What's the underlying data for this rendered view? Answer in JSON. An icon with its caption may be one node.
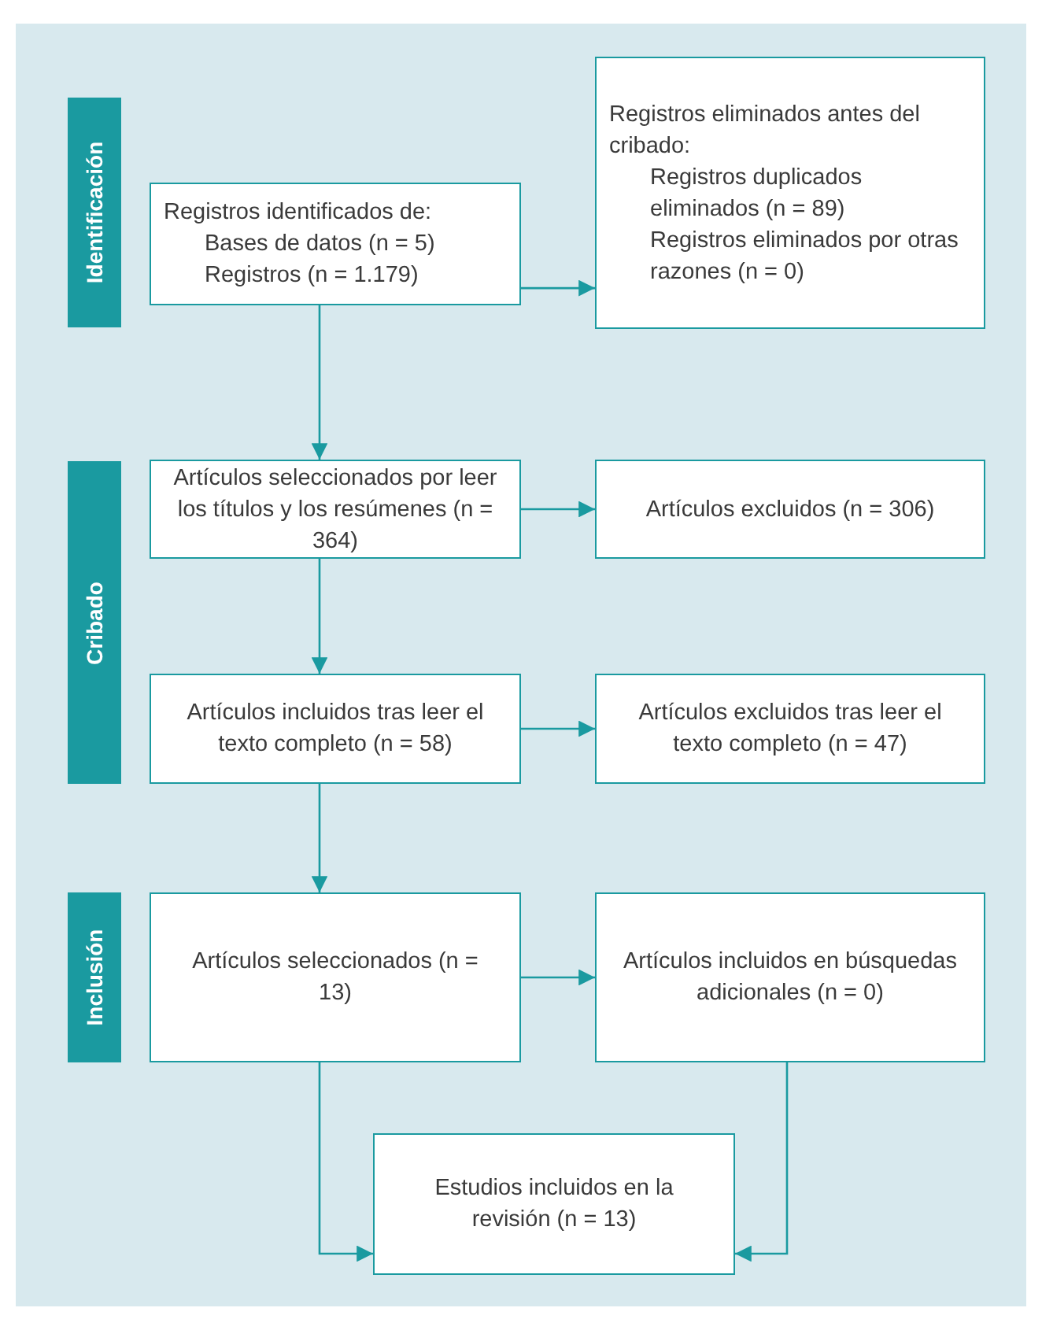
{
  "diagram": {
    "nodes": [
      {
        "text": [
          "Identificación"
        ]
      },
      {
        "text": [
          "Cribado"
        ]
      },
      {
        "text": [
          "Inclusión"
        ]
      },
      {
        "text": [
          "Registros identificados de:",
          "Bases de datos (n = 5)",
          "Registros (n = 1.179)"
        ]
      },
      {
        "text": [
          "Registros eliminados antes del cribado:",
          "Registros duplicados eliminados (n = 89)",
          "Registros eliminados por otras razones (n = 0)"
        ]
      },
      {
        "text": [
          "Artículos seleccionados por leer los títulos y los resúmenes (n = 364)"
        ]
      },
      {
        "text": [
          "Artículos excluidos (n = 306)"
        ]
      },
      {
        "text": [
          "Artículos incluidos tras leer el texto completo (n = 58)"
        ]
      },
      {
        "text": [
          "Artículos excluidos tras leer el texto completo (n = 47)"
        ]
      },
      {
        "text": [
          "Artículos seleccionados (n = 13)"
        ]
      },
      {
        "text": [
          "Artículos incluidos en búsquedas adicionales (n = 0)"
        ]
      },
      {
        "text": [
          "Estudios incluidos en la revisión (n = 13)"
        ]
      }
    ],
    "edges": [
      {
        "from": 3,
        "to": 4,
        "arrow": "to"
      },
      {
        "from": 3,
        "to": 5,
        "arrow": "to"
      },
      {
        "from": 5,
        "to": 6,
        "arrow": "to"
      },
      {
        "from": 5,
        "to": 7,
        "arrow": "to"
      },
      {
        "from": 7,
        "to": 8,
        "arrow": "to"
      },
      {
        "from": 7,
        "to": 9,
        "arrow": "to"
      },
      {
        "from": 9,
        "to": 10,
        "arrow": "to"
      },
      {
        "from": 9,
        "to": 11,
        "arrow": "to"
      },
      {
        "from": 10,
        "to": 11,
        "arrow": "to"
      }
    ]
  }
}
